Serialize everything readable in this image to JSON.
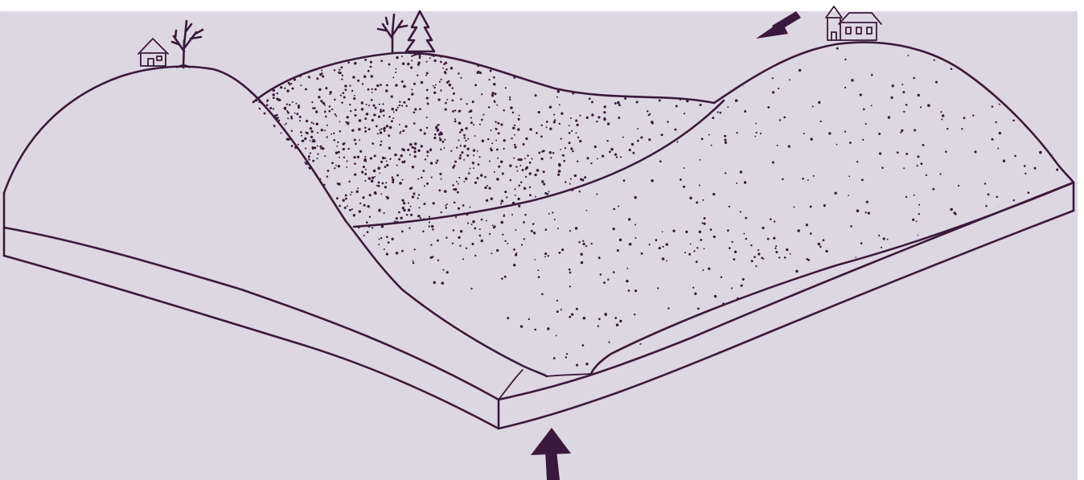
{
  "figure": {
    "paper_color": "#dcd6e2",
    "ink_color": "#3a1a3c",
    "arrows": [
      {
        "name": "compression-arrow-top",
        "direction": "down-left"
      },
      {
        "name": "compression-arrow-bottom",
        "direction": "up"
      }
    ],
    "landmarks": [
      "house-icon",
      "bare-tree-icon",
      "conifer-tree-icon",
      "church-icon"
    ]
  }
}
